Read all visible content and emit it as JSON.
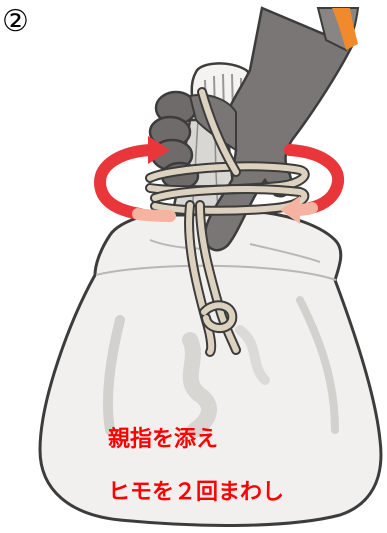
{
  "step": {
    "number": "②"
  },
  "caption": {
    "line1": "親指を添え",
    "line2": "ヒモを２回まわし"
  },
  "colors": {
    "arrow_red": "#e8363a",
    "arrow_pink": "#f6b3a2",
    "glove_gray": "#7a7676",
    "glove_dark": "#5a5656",
    "cuff_orange": "#f08a2c",
    "bag_fill": "#f1f0ee",
    "bag_shadow": "#cfcdcb",
    "rope": "#ddd2bf",
    "caption_red": "#ff0000"
  },
  "icons": [
    "rotate-arrow-left-icon",
    "rotate-arrow-right-icon"
  ]
}
